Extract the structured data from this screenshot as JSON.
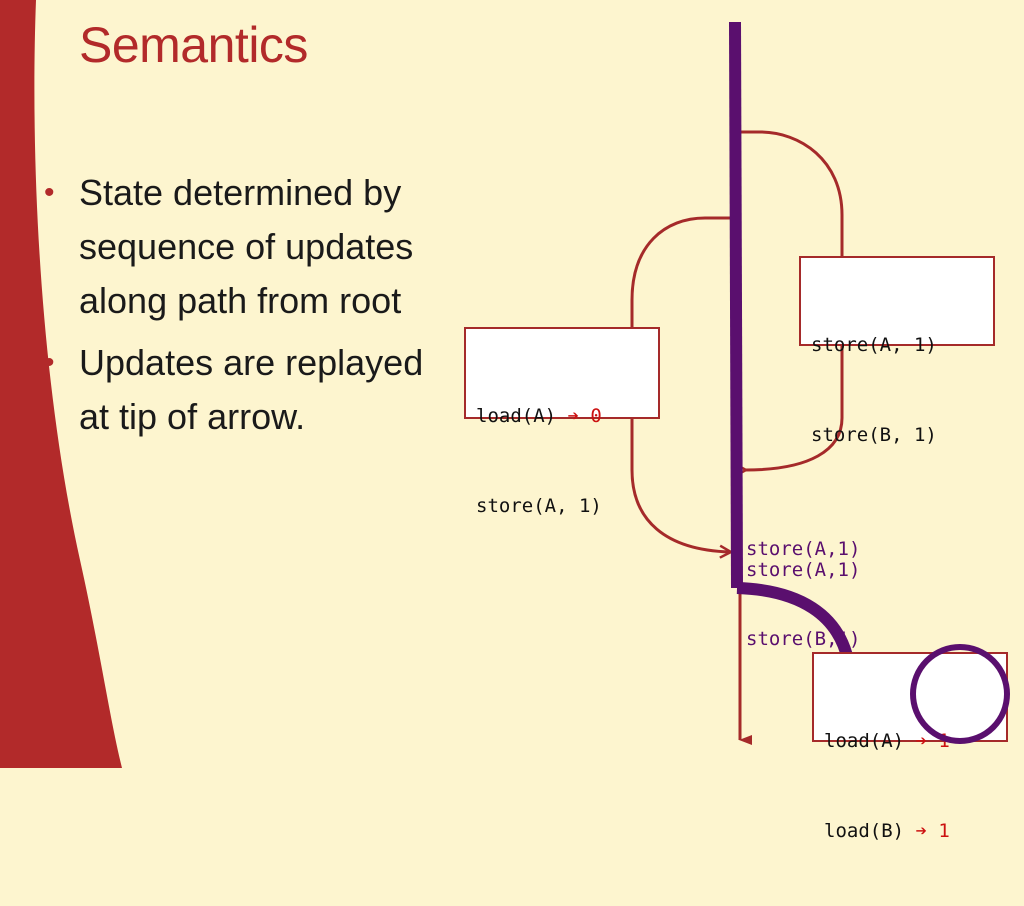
{
  "slide": {
    "title": "Semantics",
    "bullets": [
      {
        "text": "State determined by sequence of updates along path from root"
      },
      {
        "text": "Updates are replayed at tip of arrow."
      }
    ]
  },
  "diagram": {
    "box_right": {
      "line1": "store(A, 1)",
      "line2": "store(B, 1)"
    },
    "box_left": {
      "line1_prefix": "load(A) ",
      "line1_arrow": "➔ 0",
      "line2": "store(A, 1)"
    },
    "replay_group": {
      "line1": "store(A,1)",
      "line2": "store(B,1)"
    },
    "replay_single": "store(A,1)",
    "box_bottom": {
      "line1_prefix": "load(A) ",
      "line1_arrow": "➔ 1",
      "line2_prefix": "load(B) ",
      "line2_arrow": "➔ 1"
    }
  },
  "colors": {
    "accent_red": "#b22a2a",
    "timeline_purple": "#5a0f6e",
    "background": "#fdf5cf"
  }
}
